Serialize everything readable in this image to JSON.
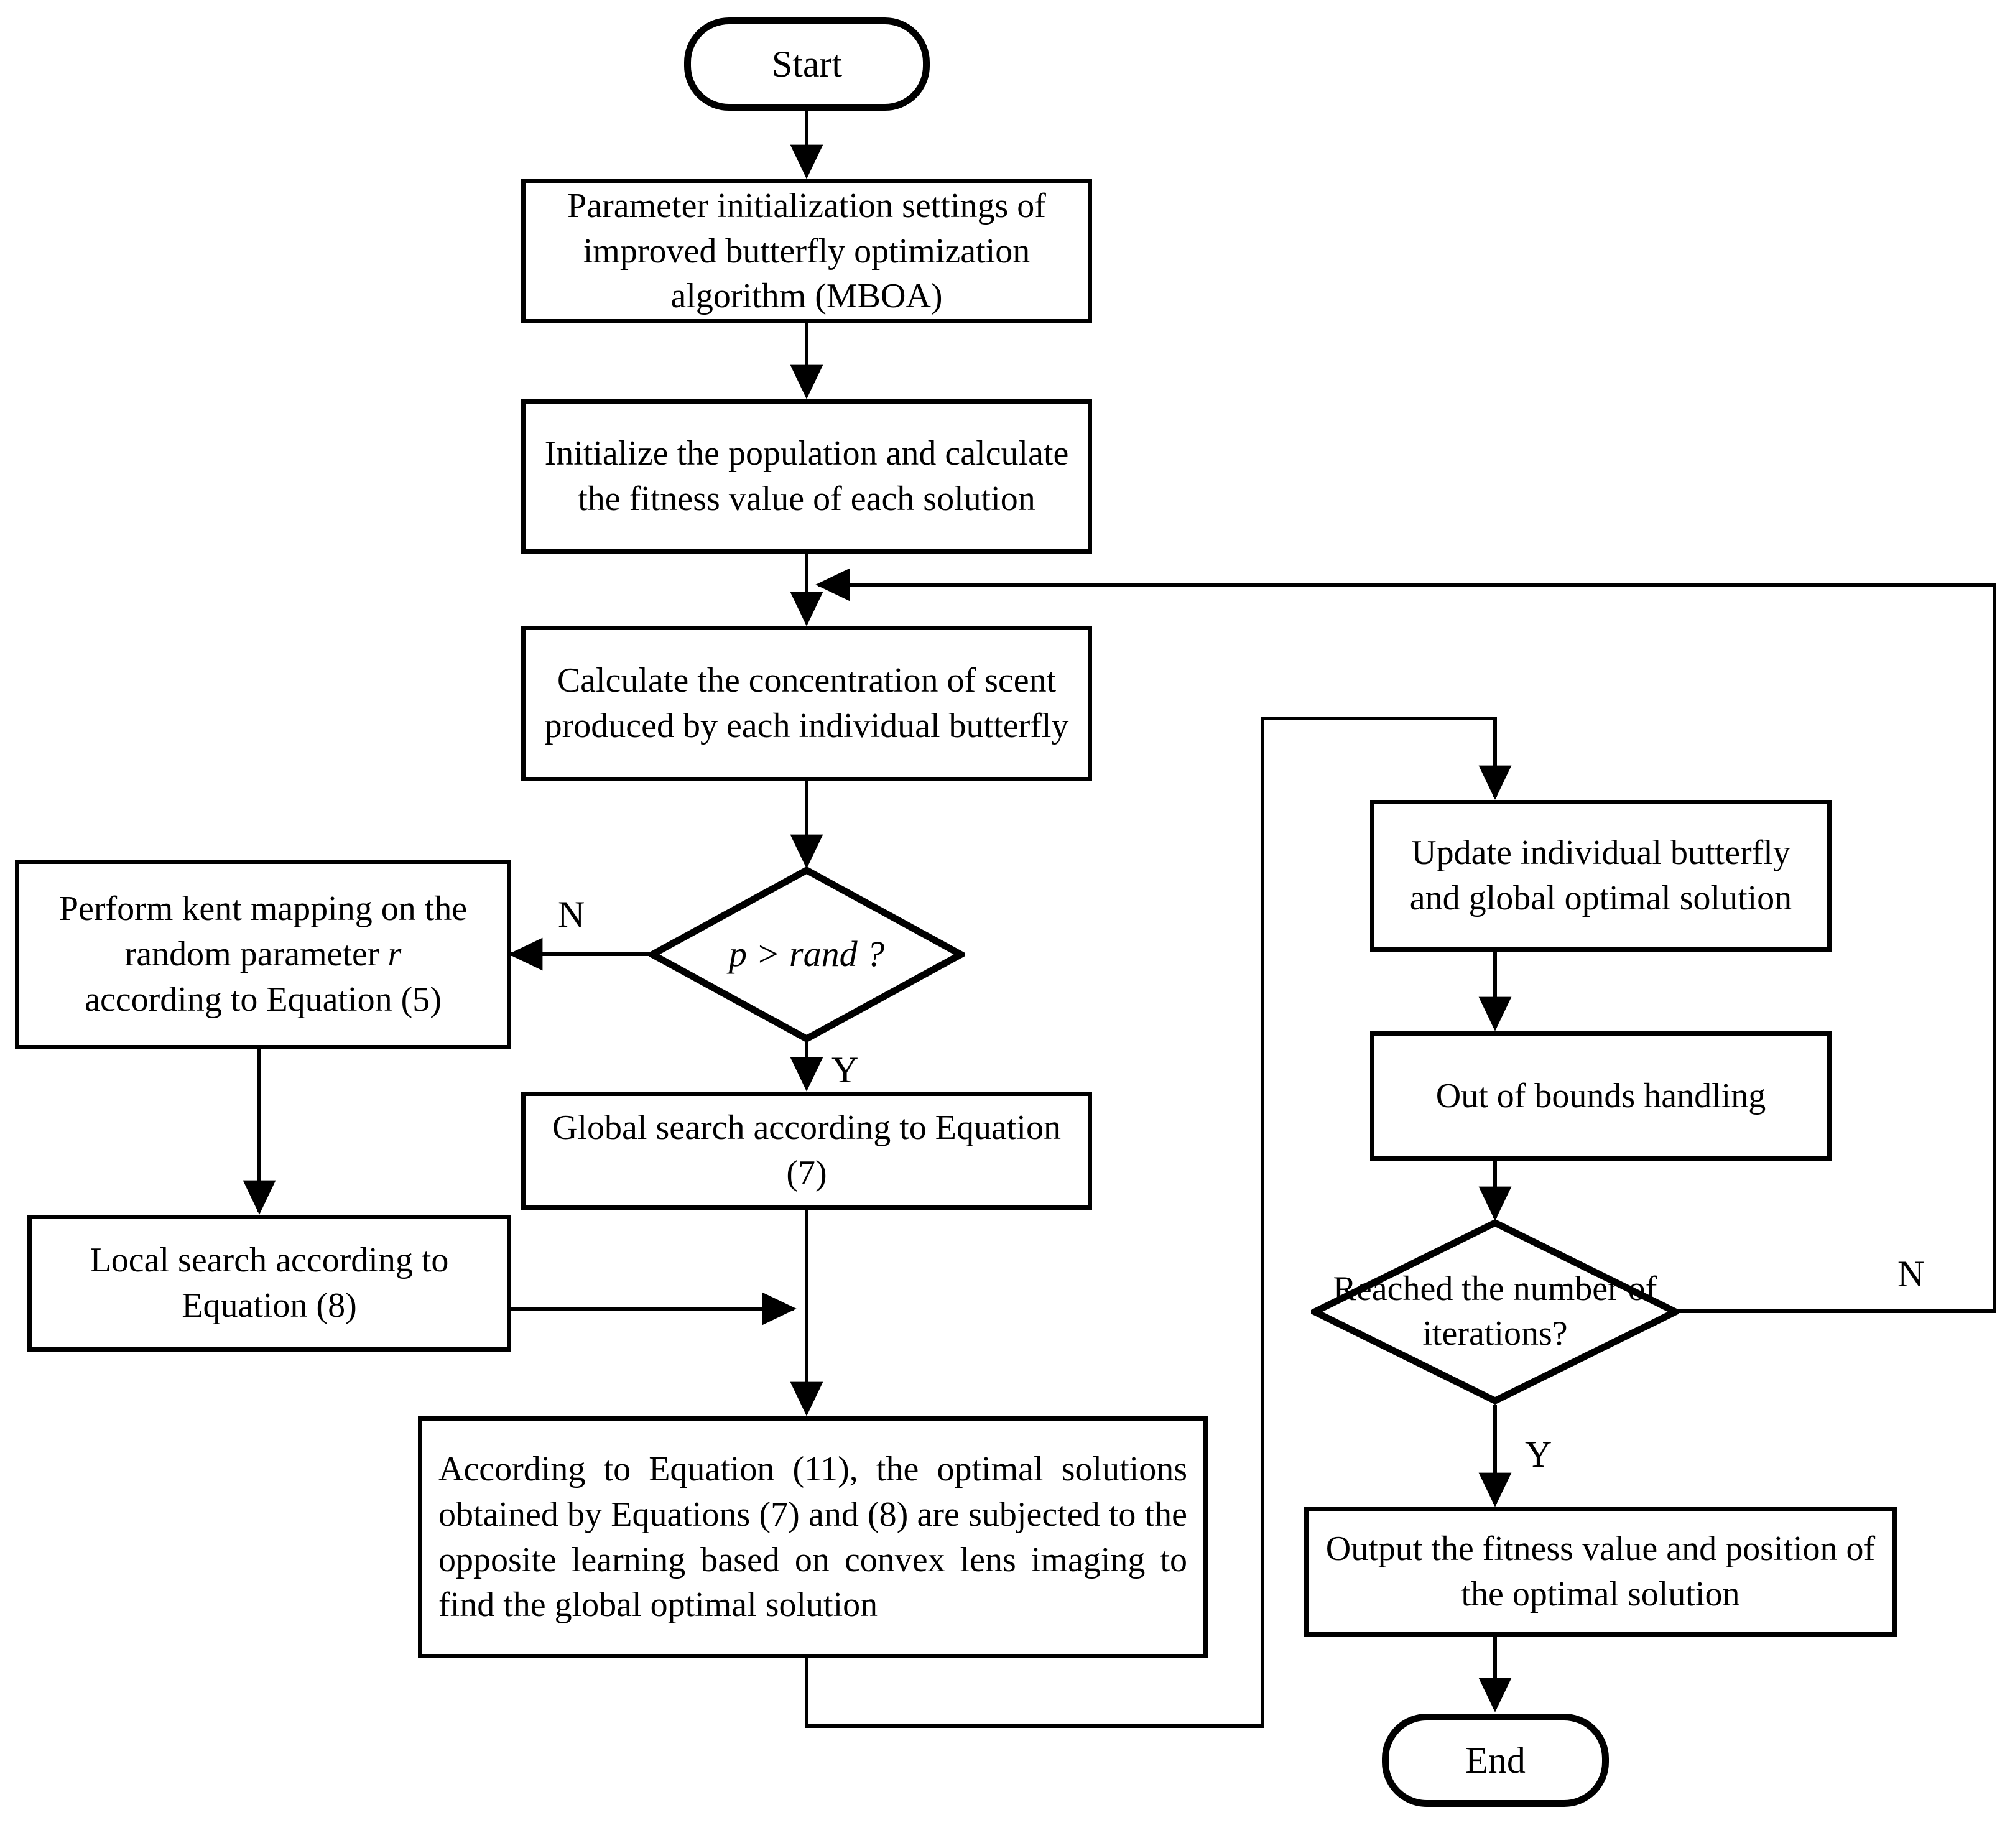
{
  "diagram": {
    "title": "Improved Butterfly Optimization Algorithm (MBOA) flowchart",
    "colors": {
      "stroke": "#000000",
      "fill": "#ffffff",
      "text": "#000000"
    }
  },
  "nodes": {
    "start": {
      "label": "Start",
      "shape": "terminator"
    },
    "param_init": {
      "label": "Parameter initialization settings of improved butterfly optimization algorithm (MBOA)",
      "shape": "process"
    },
    "init_population": {
      "label": "Initialize the population and calculate the fitness value of each solution",
      "shape": "process"
    },
    "calc_scent": {
      "label": "Calculate the concentration of scent produced by each individual butterfly",
      "shape": "process"
    },
    "decision_p_rand": {
      "label_plain": "p > rand ?",
      "label_italic": "p > rand",
      "label_tail": " ?",
      "shape": "decision"
    },
    "kent_mapping": {
      "label_a": "Perform kent mapping on the",
      "label_b": "random parameter ",
      "label_b_italic": "r",
      "label_c": "according to Equation (5)",
      "shape": "process"
    },
    "local_search": {
      "label": "Local search according to Equation (8)",
      "shape": "process"
    },
    "global_search": {
      "label": "Global search according to Equation (7)",
      "shape": "process"
    },
    "convex_lens": {
      "label": "According to Equation (11), the optimal solutions obtained by Equations (7) and (8) are subjected to the opposite learning based on convex lens imaging to find the global optimal solution",
      "shape": "process"
    },
    "update_butterfly": {
      "label": "Update individual butterfly and global optimal solution",
      "shape": "process"
    },
    "out_of_bounds": {
      "label": "Out of bounds handling",
      "shape": "process"
    },
    "decision_iterations": {
      "label": "Reached the number of iterations?",
      "shape": "decision"
    },
    "output_result": {
      "label": "Output the fitness value and position of the optimal solution",
      "shape": "process"
    },
    "end": {
      "label": "End",
      "shape": "terminator"
    }
  },
  "edge_labels": {
    "p_rand_no": "N",
    "p_rand_yes": "Y",
    "iterations_no": "N",
    "iterations_yes": "Y"
  }
}
